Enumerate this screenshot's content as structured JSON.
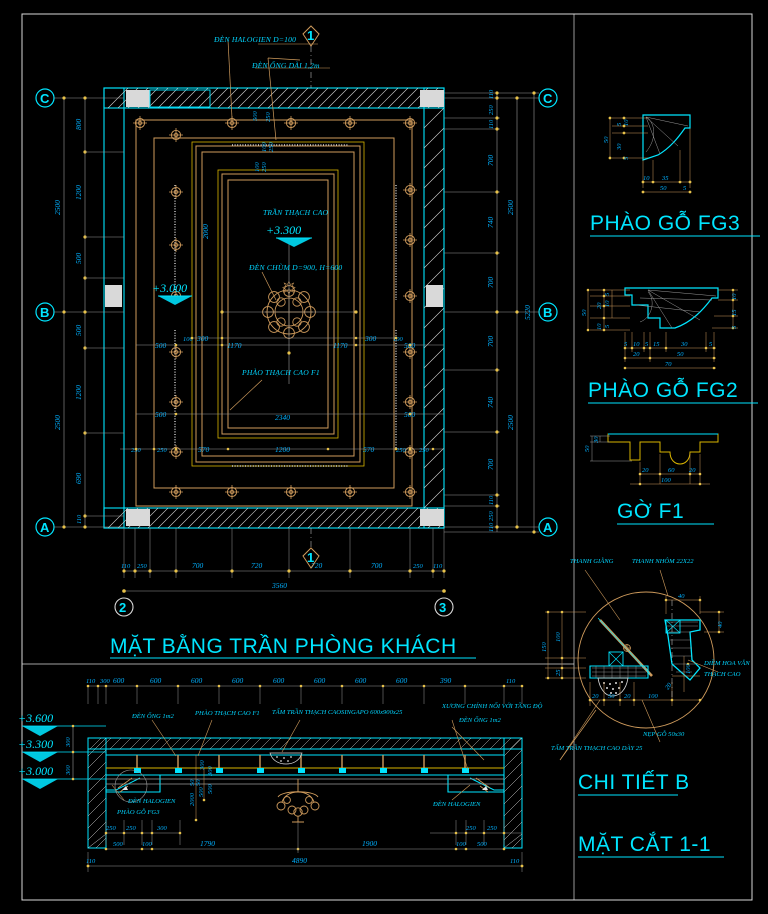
{
  "drawing": {
    "background_color": "#000000",
    "accent_cyan": "#00e5ff",
    "dimension_blue": "#00b0ff",
    "line_orange": "#cf9b5c",
    "line_white": "#d8d8d8",
    "node_yellow": "#e8c24a"
  },
  "titles": {
    "main_plan": "MẶT BẰNG TRẦN PHÒNG KHÁCH",
    "section": "MẶT CẮT 1-1",
    "detail_b": "CHI TIẾT B",
    "fg3": "PHÀO GỖ FG3",
    "fg2": "PHÀO GỖ FG2",
    "f1": "GỜ F1"
  },
  "plan": {
    "grid_labels_left": [
      "C",
      "B",
      "A"
    ],
    "grid_labels_right": [
      "C",
      "B",
      "A"
    ],
    "grid_labels_bottom": [
      "2",
      "3"
    ],
    "section_marker": "1",
    "notes": [
      "ĐÈN HALOGIEN D=100",
      "ĐÈN ỐNG DÀI 1,2m",
      "TRẦN THẠCH CAO",
      "ĐÈN CHÙM D=900, H=600",
      "PHÀO THẠCH CAO F1"
    ],
    "elevations": [
      "+3.300",
      "+3.000"
    ],
    "dims_left_outer": [
      "2500",
      "2500"
    ],
    "dims_left_inner": [
      "800",
      "1200",
      "500",
      "500",
      "1200",
      "690",
      "110"
    ],
    "dims_right_inner": [
      "110",
      "250",
      "110",
      "700",
      "740",
      "700",
      "700",
      "740",
      "700",
      "110",
      "250",
      "110"
    ],
    "dims_right_mid": [
      "2500",
      "2500"
    ],
    "dims_right_outer": "5220",
    "dims_bottom": [
      "110",
      "250",
      "700",
      "720",
      "720",
      "700",
      "250",
      "110"
    ],
    "dims_bottom_total": "3560",
    "dims_inner": {
      "top_small": [
        "300",
        "250",
        "100",
        "250",
        "100"
      ],
      "left_col": [
        "500",
        "500",
        "250",
        "250"
      ],
      "right_col": [
        "500",
        "500",
        "250",
        "250"
      ],
      "center_v": "2000",
      "center_h_left": "1170",
      "center_h_right": "1170",
      "row_300_left": "300",
      "row_300_right": "300",
      "row_100_left": "100",
      "row_100_right": "100",
      "band_2340": "2340",
      "band_570_left": "570",
      "band_1200": "1200",
      "band_570_right": "570"
    }
  },
  "section": {
    "elevations": [
      "+3.600",
      "+3.300",
      "+3.000"
    ],
    "riser_dims": [
      "300",
      "300"
    ],
    "top_dims": [
      "110",
      "300",
      "600",
      "600",
      "600",
      "600",
      "600",
      "600",
      "600",
      "600",
      "390",
      "110"
    ],
    "notes": [
      "ĐÈN ỐNG 1m2",
      "PHÀO THẠCH CAO F1",
      "TẤM TRẦN THẠCH CAOSINGAPO 600x900x25",
      "XƯƠNG CHÍNH NỐI VỚI TẦNG ĐỘ",
      "ĐÈN ỐNG 1m2",
      "ĐÈN HALOGIEN",
      "ĐÈN HALOGIEN",
      "PHÀO GỖ FG3"
    ],
    "inner_vertical_dims": [
      "2000",
      "500",
      "50",
      "50",
      "300",
      "300",
      "500"
    ],
    "bottom_dims_left": [
      "250",
      "250",
      "300"
    ],
    "bottom_dims_right": [
      "250",
      "250"
    ],
    "bottom_row2": [
      "500",
      "100",
      "1790",
      "1900",
      "100",
      "500"
    ],
    "bottom_total": "4890",
    "edge_dims": [
      "110",
      "110"
    ]
  },
  "detail_b": {
    "notes": [
      "THANH GIẰNG",
      "THANH NHÔM 22X22",
      "DIỀM HOA VĂN",
      "THẠCH CAO",
      "NẸP GỖ 50x30",
      "TẤM TRẦN THẠCH CAO DÀY 25"
    ],
    "dims": [
      "50",
      "40",
      "100",
      "100",
      "150",
      "25",
      "100",
      "20",
      "50",
      "20",
      "100",
      "20"
    ]
  },
  "fg3": {
    "dims_vertical": [
      "50",
      "5",
      "10",
      "30",
      "5"
    ],
    "dims_horizontal": [
      "10",
      "35",
      "5",
      "50"
    ]
  },
  "fg2": {
    "dims_vertical_left": [
      "50",
      "20",
      "10",
      "5",
      "5",
      "10"
    ],
    "dims_vertical_right": [
      "10",
      "15",
      "5"
    ],
    "dims_horizontal": [
      "5",
      "10",
      "5",
      "15",
      "30",
      "5",
      "20",
      "50",
      "70"
    ]
  },
  "f1": {
    "dims_vertical": [
      "50",
      "30"
    ],
    "dims_horizontal": [
      "20",
      "60",
      "20",
      "100"
    ]
  }
}
